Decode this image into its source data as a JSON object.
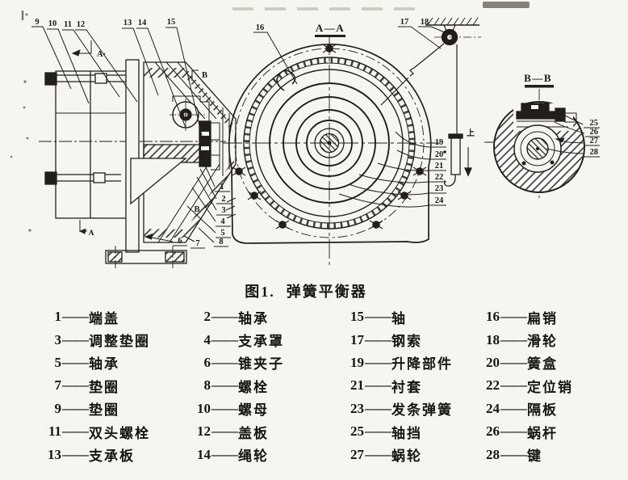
{
  "figure": {
    "caption_prefix": "图1.",
    "caption_title": "弹簧平衡器"
  },
  "drawing": {
    "section_labels": {
      "aa": "A—A",
      "bb": "B—B"
    },
    "markers": {
      "a_section": "A·",
      "b_section": "B",
      "b_inner": "B",
      "a_bottom": "A",
      "up": "上"
    },
    "callouts": [
      "1",
      "2",
      "3",
      "4",
      "5",
      "6",
      "7",
      "8",
      "9",
      "10",
      "11",
      "12",
      "13",
      "14",
      "15",
      "16",
      "17",
      "18",
      "19",
      "20",
      "21",
      "22",
      "23",
      "24",
      "25",
      "26",
      "27",
      "28"
    ]
  },
  "legend": {
    "dash": "——",
    "items": [
      {
        "num": "1",
        "name": "端盖"
      },
      {
        "num": "2",
        "name": "轴承"
      },
      {
        "num": "3",
        "name": "调整垫圈"
      },
      {
        "num": "4",
        "name": "支承罩"
      },
      {
        "num": "5",
        "name": "轴承"
      },
      {
        "num": "6",
        "name": "锥夹子"
      },
      {
        "num": "7",
        "name": "垫圈"
      },
      {
        "num": "8",
        "name": "螺栓"
      },
      {
        "num": "9",
        "name": "垫圈"
      },
      {
        "num": "10",
        "name": "螺母"
      },
      {
        "num": "11",
        "name": "双头螺栓"
      },
      {
        "num": "12",
        "name": "盖板"
      },
      {
        "num": "13",
        "name": "支承板"
      },
      {
        "num": "14",
        "name": "绳轮"
      },
      {
        "num": "15",
        "name": "轴"
      },
      {
        "num": "16",
        "name": "扁销"
      },
      {
        "num": "17",
        "name": "钢索"
      },
      {
        "num": "18",
        "name": "滑轮"
      },
      {
        "num": "19",
        "name": "升降部件"
      },
      {
        "num": "20",
        "name": "簧盒"
      },
      {
        "num": "21",
        "name": "衬套"
      },
      {
        "num": "22",
        "name": "定位销"
      },
      {
        "num": "23",
        "name": "发条弹簧"
      },
      {
        "num": "24",
        "name": "隔板"
      },
      {
        "num": "25",
        "name": "轴挡"
      },
      {
        "num": "26",
        "name": "蜗杆"
      },
      {
        "num": "27",
        "name": "蜗轮"
      },
      {
        "num": "28",
        "name": "键"
      }
    ]
  }
}
